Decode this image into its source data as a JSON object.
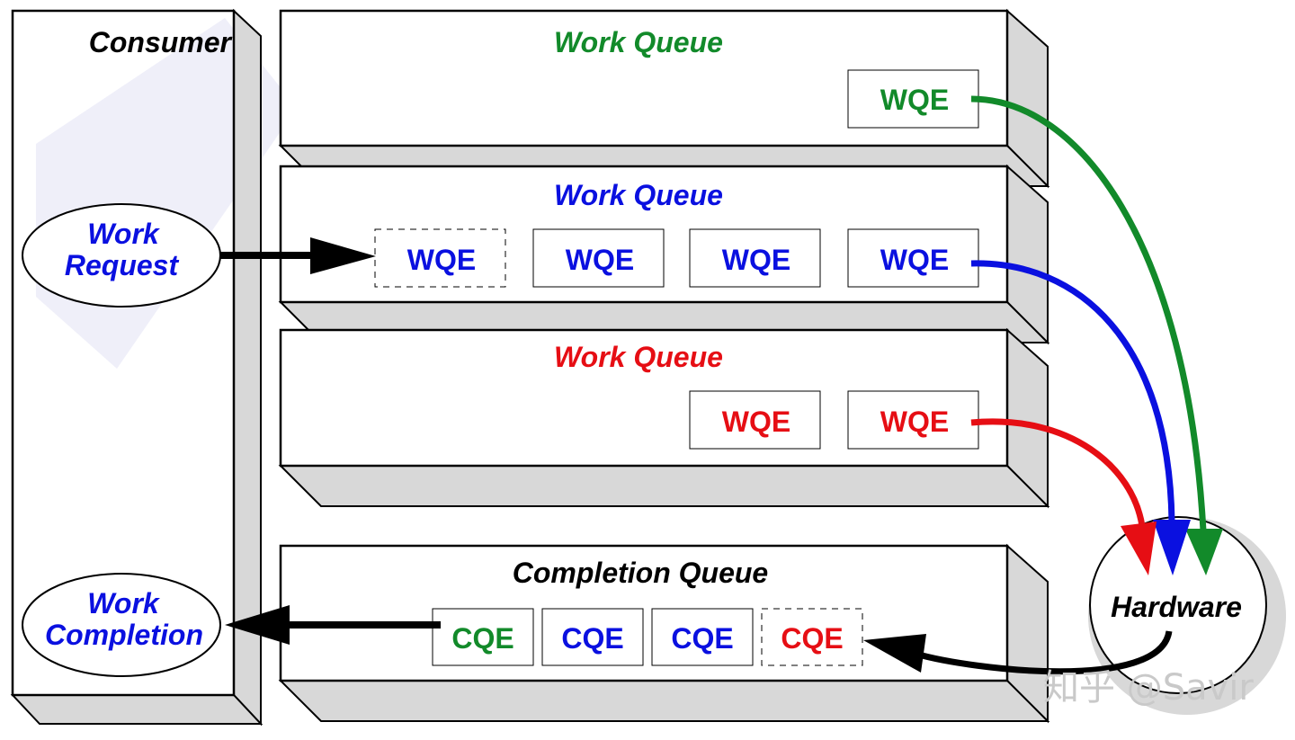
{
  "colors": {
    "green": "#128a2a",
    "blue": "#0a10e0",
    "red": "#e60e14",
    "black": "#000000",
    "side_gray": "#d8d8d8",
    "watermark_text": "#c9c9c9",
    "watermark_shape": "#e8e8f6"
  },
  "consumer": {
    "title": "Consumer",
    "work_request": {
      "line1": "Work",
      "line2": "Request"
    },
    "work_completion": {
      "line1": "Work",
      "line2": "Completion"
    }
  },
  "work_queues": [
    {
      "title": "Work Queue",
      "color": "green",
      "entries": [
        "WQE"
      ]
    },
    {
      "title": "Work Queue",
      "color": "blue",
      "entries": [
        "WQE",
        "WQE",
        "WQE",
        "WQE"
      ],
      "pending_entry_dashed": true
    },
    {
      "title": "Work Queue",
      "color": "red",
      "entries": [
        "WQE",
        "WQE"
      ]
    }
  ],
  "completion_queue": {
    "title": "Completion Queue",
    "entries": [
      {
        "label": "CQE",
        "color": "green"
      },
      {
        "label": "CQE",
        "color": "blue"
      },
      {
        "label": "CQE",
        "color": "blue"
      },
      {
        "label": "CQE",
        "color": "red",
        "dashed": true
      }
    ]
  },
  "hardware": {
    "label": "Hardware"
  },
  "watermark": {
    "text": "知乎 @Savir"
  }
}
